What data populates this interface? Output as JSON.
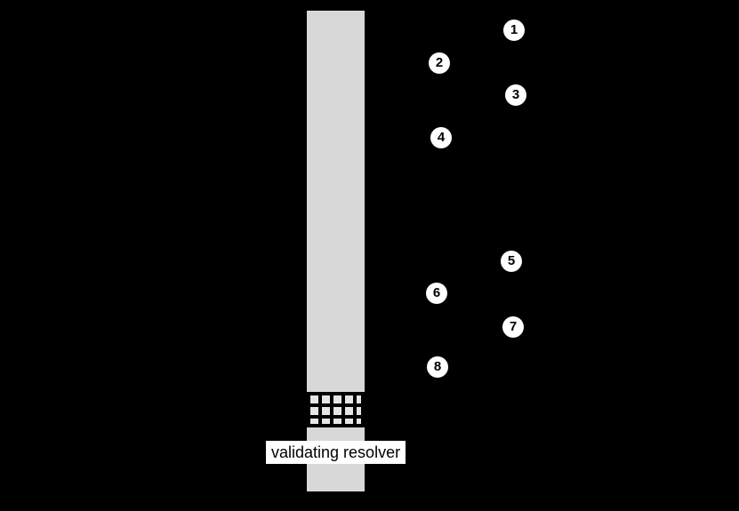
{
  "diagram": {
    "lifeline_label": "validating resolver",
    "steps": [
      {
        "label": "1"
      },
      {
        "label": "2"
      },
      {
        "label": "3"
      },
      {
        "label": "4"
      },
      {
        "label": "5"
      },
      {
        "label": "6"
      },
      {
        "label": "7"
      },
      {
        "label": "8"
      }
    ],
    "colors": {
      "background": "#000000",
      "lifeline_bar": "#d8d8d8",
      "grid_square": "#e6e6e6",
      "grid_line": "#000000",
      "step_circle_fill": "#ffffff",
      "step_circle_text": "#000000",
      "label_background": "#ffffff",
      "label_text": "#000000"
    }
  }
}
